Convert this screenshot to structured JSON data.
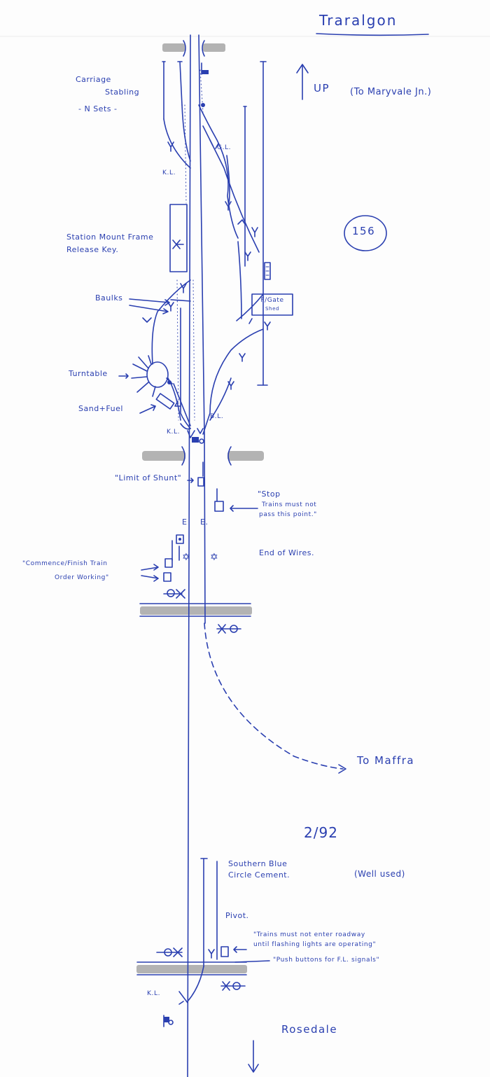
{
  "diagram": {
    "title": "Traralgon",
    "up_label": "UP",
    "up_destination": "(To Maryvale Jn.)",
    "page_number": "156",
    "labels": {
      "carriage_stabling_1": "Carriage",
      "carriage_stabling_2": "Stabling",
      "n_sets": "- N Sets -",
      "kl_top": "K.L.",
      "gl_top": "G.L.",
      "station_frame_1": "Station Mount Frame",
      "station_frame_2": "Release Key.",
      "baulks": "Baulks",
      "fgate_1": "F/Gate",
      "fgate_2": "Shed",
      "turntable": "Turntable",
      "sand_fuel": "Sand+Fuel",
      "kl_mid": "K.L.",
      "bl_mid": "B.L.",
      "limit_of_shunt": "\"Limit of Shunt\"",
      "stop_1": "\"Stop",
      "stop_2": "Trains must not",
      "stop_3": "pass this point.\"",
      "e_left": "E",
      "e_right": "E.",
      "end_of_wires": "End of Wires.",
      "commence_1": "\"Commence/Finish Train",
      "commence_2": "Order Working\"",
      "to_maffra": "To Maffra",
      "date": "2/92",
      "cement_1": "Southern Blue",
      "cement_2": "Circle Cement.",
      "well_used": "(Well used)",
      "pivot": "Pivot.",
      "roadway_1": "\"Trains must not enter roadway",
      "roadway_2": "until flashing lights are operating\"",
      "push_buttons": "\"Push buttons for F.L. signals\"",
      "kl_bottom": "K.L.",
      "rosedale": "Rosedale"
    }
  }
}
